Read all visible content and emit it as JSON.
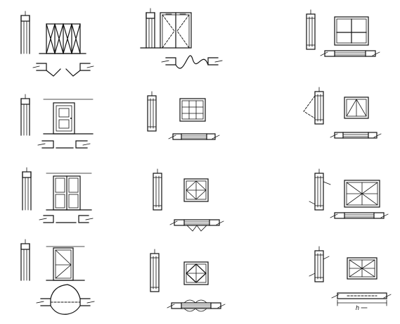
{
  "title": "",
  "sheet": {
    "ink_color": "#111111",
    "background_color": "#ffffff",
    "dimension_label": "h",
    "symbols": [
      {
        "id": "r1c1",
        "kind": "folding-door-multi-leaf"
      },
      {
        "id": "r1c2",
        "kind": "double-swing-door"
      },
      {
        "id": "r1c3",
        "kind": "sliding-window"
      },
      {
        "id": "r2c1",
        "kind": "single-door"
      },
      {
        "id": "r2c2",
        "kind": "fixed-window"
      },
      {
        "id": "r2c3",
        "kind": "top-hung-window"
      },
      {
        "id": "r3c1",
        "kind": "double-door"
      },
      {
        "id": "r3c2",
        "kind": "casement-window"
      },
      {
        "id": "r3c3",
        "kind": "double-casement-window"
      },
      {
        "id": "r4c1",
        "kind": "revolving-door"
      },
      {
        "id": "r4c2",
        "kind": "pivot-window"
      },
      {
        "id": "r4c3",
        "kind": "high-window"
      }
    ]
  }
}
